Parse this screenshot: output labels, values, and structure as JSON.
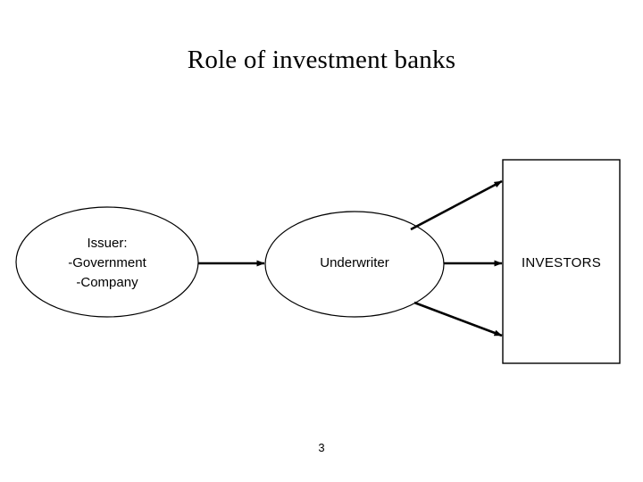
{
  "slide": {
    "title": "Role of investment banks",
    "page_number": "3",
    "background_color": "#ffffff",
    "stroke_color": "#000000"
  },
  "diagram": {
    "nodes": [
      {
        "id": "issuer",
        "shape": "ellipse",
        "lines": [
          "Issuer:",
          "-Government",
          "-Company"
        ],
        "line1": "Issuer:",
        "line2": "-Government",
        "line3": "-Company"
      },
      {
        "id": "underwriter",
        "shape": "ellipse",
        "label": "Underwriter"
      },
      {
        "id": "investors",
        "shape": "rectangle",
        "label": "INVESTORS"
      }
    ],
    "connectors": [
      {
        "id": "issuer-to-underwriter",
        "from": "issuer",
        "to": "underwriter",
        "style": "arrow"
      },
      {
        "id": "underwriter-to-investors-top",
        "from": "underwriter",
        "to": "investors",
        "style": "arrow"
      },
      {
        "id": "underwriter-to-investors-middle",
        "from": "underwriter",
        "to": "investors",
        "style": "arrow"
      },
      {
        "id": "underwriter-to-investors-bottom",
        "from": "underwriter",
        "to": "investors",
        "style": "arrow"
      }
    ]
  }
}
